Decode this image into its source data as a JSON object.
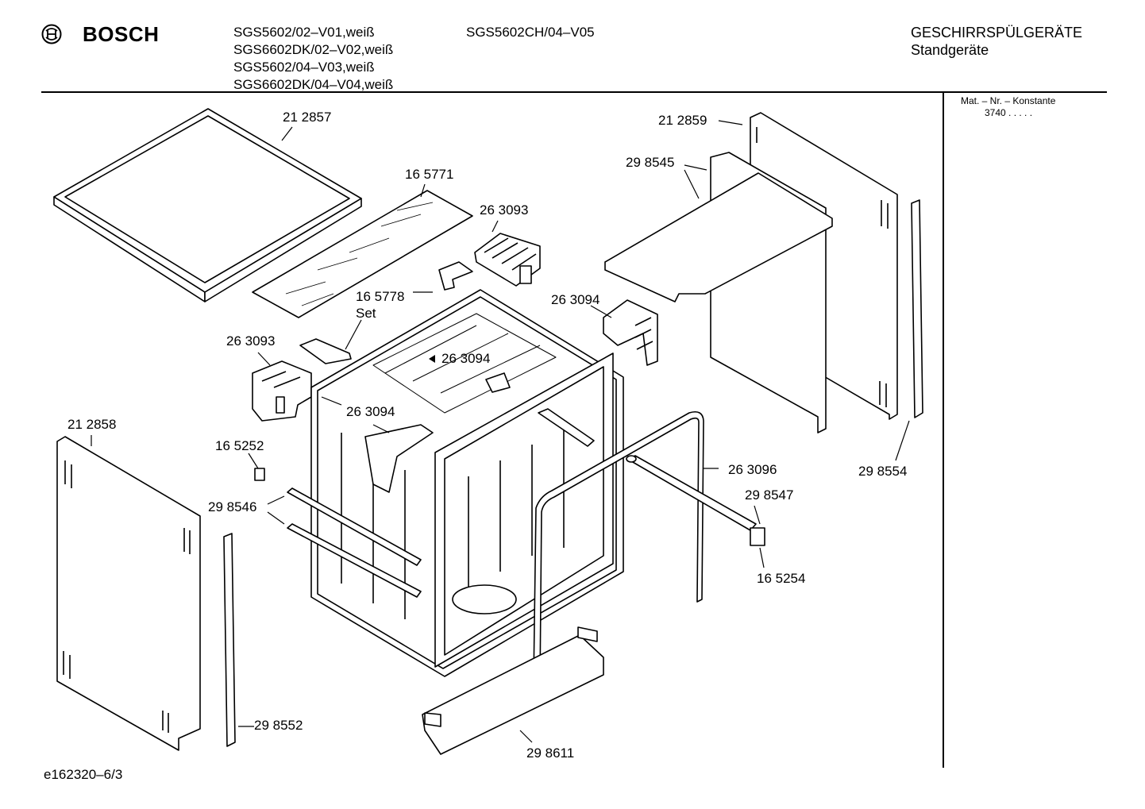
{
  "header": {
    "brand": "BOSCH",
    "models_col1": [
      "SGS5602/02–V01,weiß",
      "SGS6602DK/02–V02,weiß",
      "SGS5602/04–V03,weiß",
      "SGS6602DK/04–V04,weiß"
    ],
    "models_col2": "SGS5602CH/04–V05",
    "category": "GESCHIRRSPÜLGERÄTE",
    "subcategory": "Standgeräte"
  },
  "side_panel": {
    "title": "Mat. – Nr. – Konstante",
    "value": "3740  .  .  .  .  ."
  },
  "parts": [
    {
      "id": "p1",
      "label": "21 2857"
    },
    {
      "id": "p2",
      "label": "16 5771"
    },
    {
      "id": "p3",
      "label": "26 3093"
    },
    {
      "id": "p4",
      "label": "16 5778"
    },
    {
      "id": "p5",
      "label": "Set"
    },
    {
      "id": "p6",
      "label": "26 3093"
    },
    {
      "id": "p7",
      "label": "26 3094"
    },
    {
      "id": "p8",
      "label": "26 3094"
    },
    {
      "id": "p9",
      "label": "26 3094"
    },
    {
      "id": "p10",
      "label": "21 2858"
    },
    {
      "id": "p11",
      "label": "16 5252"
    },
    {
      "id": "p12",
      "label": "29 8546"
    },
    {
      "id": "p13",
      "label": "29 8552"
    },
    {
      "id": "p14",
      "label": "29 8611"
    },
    {
      "id": "p15",
      "label": "26 3096"
    },
    {
      "id": "p16",
      "label": "29 8547"
    },
    {
      "id": "p17",
      "label": "16 5254"
    },
    {
      "id": "p18",
      "label": "21 2859"
    },
    {
      "id": "p19",
      "label": "29 8545"
    },
    {
      "id": "p20",
      "label": "29 8554"
    }
  ],
  "footer": {
    "doc_id": "e162320–6/3"
  }
}
